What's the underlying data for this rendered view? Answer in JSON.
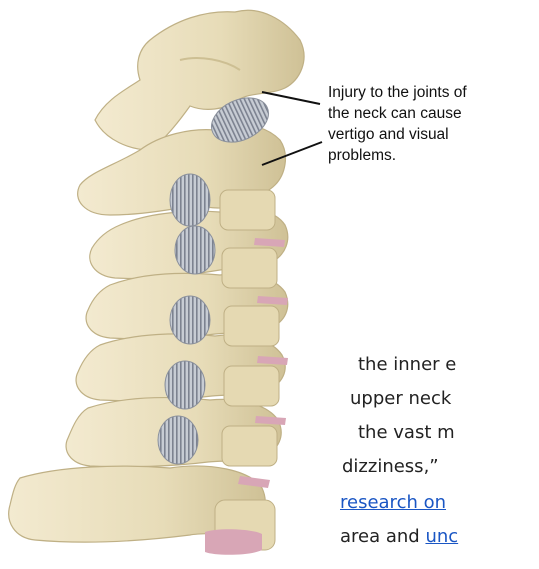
{
  "figure": {
    "caption_lines": [
      "Injury to the joints of",
      "the neck can cause",
      "vertigo and visual",
      "problems."
    ]
  },
  "article": {
    "lines": [
      {
        "text": "the inner e",
        "link": false
      },
      {
        "text": "upper neck",
        "link": false
      },
      {
        "text": "the vast m",
        "link": false
      },
      {
        "text": "dizziness,”",
        "link": false
      },
      {
        "text": "research on",
        "link": true
      },
      {
        "text": "area and ",
        "link": false,
        "tail_link": "unc"
      }
    ]
  },
  "colors": {
    "bone": "#ede3c2",
    "bone_shadow": "#c9bb8e",
    "disc_pink": "#d8a6b6",
    "ligament": "#a9aeb8",
    "link": "#1a56c4"
  }
}
